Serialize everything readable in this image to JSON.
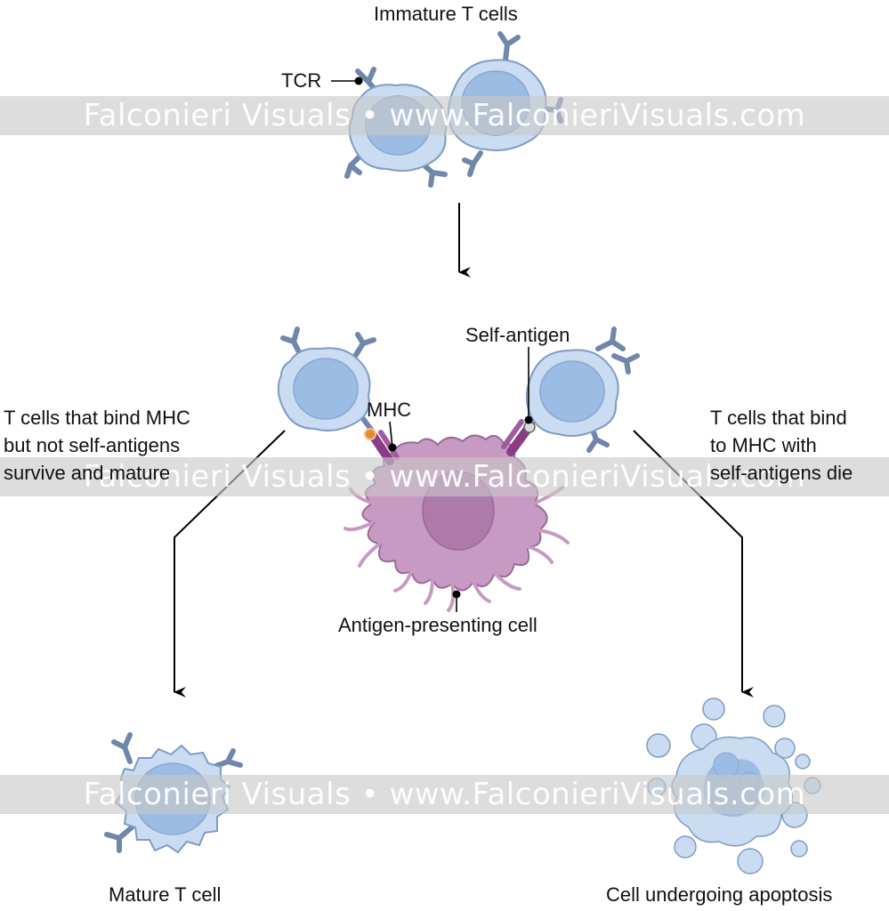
{
  "labels": {
    "immature": "Immature T cells",
    "tcr": "TCR",
    "self_antigen": "Self-antigen",
    "mhc": "MHC",
    "left_desc": [
      "T cells that bind MHC",
      "but not self-antigens",
      "survive and mature"
    ],
    "right_desc": [
      "T cells that bind",
      "to MHC with",
      "self-antigens die"
    ],
    "apc": "Antigen-presenting cell",
    "mature": "Mature T cell",
    "apoptosis": "Cell undergoing apoptosis"
  },
  "watermark": "Falconieri Visuals • www.FalconieriVisuals.com",
  "colors": {
    "t_cell_fill": "#c9dcf1",
    "t_cell_stroke": "#7f9cc3",
    "t_cell_nucleus": "#9dbce3",
    "receptor": "#6f87aa",
    "apc_fill": "#c79ac3",
    "apc_stroke": "#8e5a8a",
    "apc_nucleus": "#ad7aa9",
    "mhc": "#8a3d86",
    "antigen": "#e58a2e",
    "line": "#000000"
  }
}
